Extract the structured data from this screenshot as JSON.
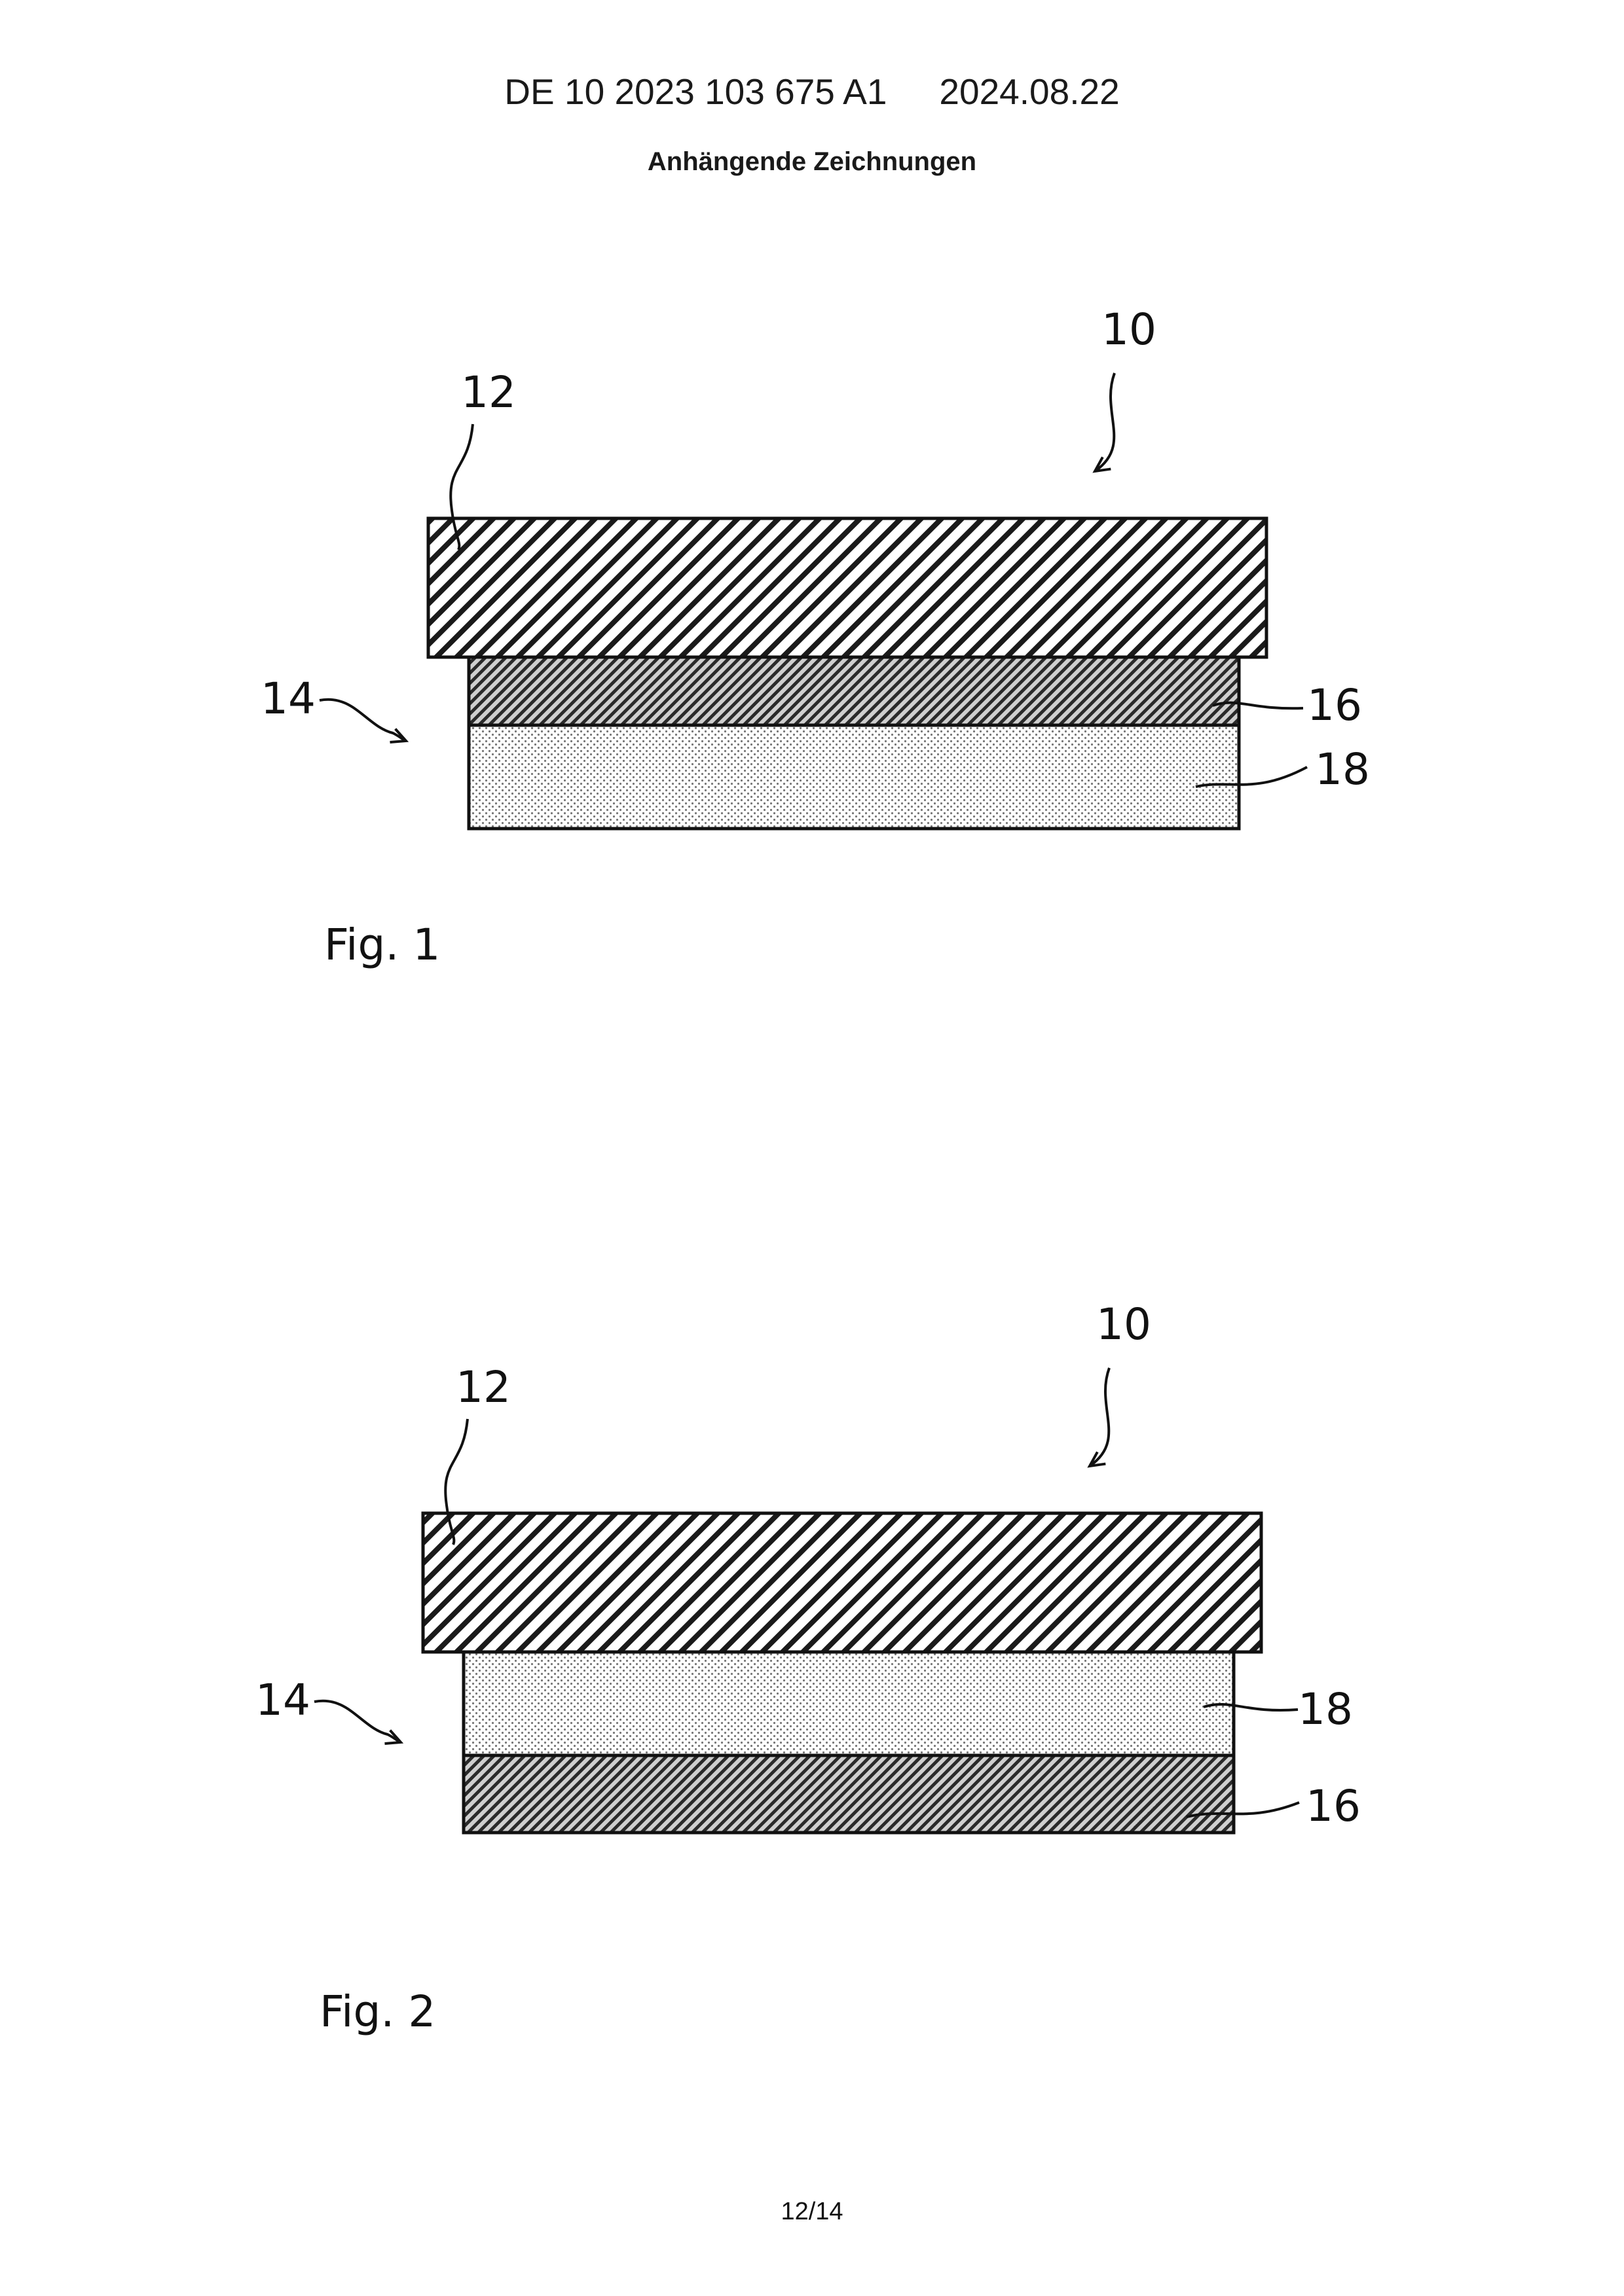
{
  "header": {
    "publication_number": "DE 10 2023 103 675 A1",
    "publication_date": "2024.08.22",
    "section_title": "Anhängende Zeichnungen"
  },
  "figures": [
    {
      "caption": "Fig. 1",
      "refs": {
        "device": "10",
        "cover": "12",
        "stack": "14",
        "layer_a": "16",
        "layer_b": "18"
      }
    },
    {
      "caption": "Fig. 2",
      "refs": {
        "device": "10",
        "cover": "12",
        "stack": "14",
        "layer_a": "16",
        "layer_b": "18"
      }
    }
  ],
  "footer": {
    "page_number": "12/14"
  },
  "colors": {
    "ink": "#111111",
    "background": "#ffffff"
  }
}
